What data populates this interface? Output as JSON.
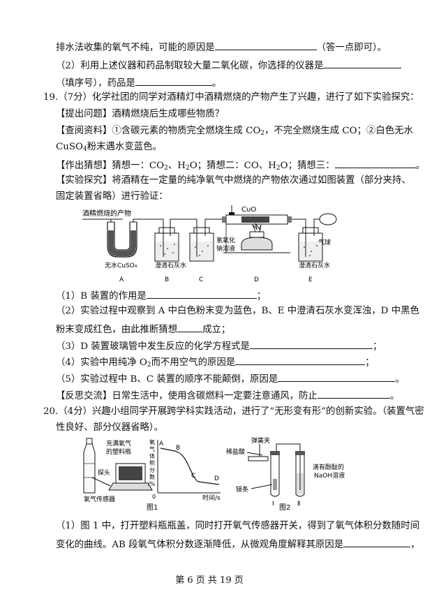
{
  "lines": {
    "l1": "排水法收集的氧气不纯，可能的原因是",
    "l1b": "（答一点即可）。",
    "l2": "（2）利用上述仪器和药品制取较大量二氧化碳，你选择的仪器是",
    "l3a": "（填序号），药品是",
    "l3b": "。",
    "q19": "19.（7分）化学社团的同学对酒精灯中酒精燃烧的产物产生了兴趣，进行了如下实验探究：",
    "q19_1": "【提出问题】酒精燃烧后生成哪些物质？",
    "q19_2a": "【查阅资料】①含碳元素的物质完全燃烧生成 CO",
    "q19_2b": "，不完全燃烧生成 CO；②白色无水",
    "q19_3a": "CuSO",
    "q19_3b": "粉末遇水变蓝色。",
    "q19_4a": "【作出猜想】猜想一：CO",
    "q19_4b": "、H",
    "q19_4c": "O；猜想二：CO、H",
    "q19_4d": "O；猜想三：",
    "q19_4e": "。",
    "q19_5": "【实验探究】将酒精在一定量的纯净氧气中燃烧的产物依次通过如图装置（部分夹持、",
    "q19_6": "固定装置省略）进行验证：",
    "s1a": "（1）B 装置的作用是",
    "s1b": "；",
    "s2": "（2）实验过程中观察到 A 中白色粉末变为蓝色，B、E 中澄清石灰水变浑浊，D 中黑色",
    "s2b_a": "粉末变成红色，由此推断猜想",
    "s2b_b": "成立；",
    "s3a": "（3）D 装置玻璃管中发生反应的化学方程式是",
    "s3b": "；",
    "s4a": "（4）实验中用纯净 O",
    "s4b": "而不用空气的原因是",
    "s4c": "；",
    "s5a": "（5）实验过程中 B、C 装置的顺序不能颠倒，原因是",
    "s5b": "。",
    "s6a": "【反思交流】日常生活中，使用含碳燃料一定要注意通风，防止",
    "s6b": "。",
    "q20": "20.（4分）兴趣小组同学开展跨学科实践活动，进行了“无形变有形”的创新实验。（装置气密",
    "q20b": "性良好、部分仪器省略）。",
    "t1": "（1）图 1 中，打开塑料瓶瓶盖，同时打开氧气传感器开关，得到了氧气体积分数随时间",
    "t2": "变化的曲线。AB 段氧气体积分数逐渐降低，从微观角度解释其原因是",
    "t2b": "，"
  },
  "figure1": {
    "top_label": "酒精燃烧的产物",
    "cuo": "CuO",
    "a_label": "无水CuSO₄",
    "b_label": "澄清石灰水",
    "c_label1": "氢氧化",
    "c_label2": "钠溶液",
    "e_label": "澄清石灰水",
    "balloon": "气球",
    "letters": [
      "A",
      "B",
      "C",
      "D",
      "E"
    ]
  },
  "figure2": {
    "bottle_label1": "充满氧气",
    "bottle_label2": "的塑料瓶",
    "probe": "探头",
    "sensor": "氧气传感器",
    "ylabel": [
      "氧",
      "气",
      "体",
      "积",
      "分",
      "数",
      "/%"
    ],
    "xlabel": "时间/s",
    "origin": "0",
    "points": [
      "A",
      "B",
      "C",
      "D"
    ],
    "caption1": "图1",
    "clip": "弹簧夹",
    "acid": "稀盐酸",
    "mg": "镁条",
    "naoh1": "滴有酚酞的",
    "naoh2": "NaOH溶液",
    "tube1": "Ⅰ",
    "tube2": "Ⅱ",
    "caption2": "图2"
  },
  "footer": "第 6 页 共 19 页"
}
